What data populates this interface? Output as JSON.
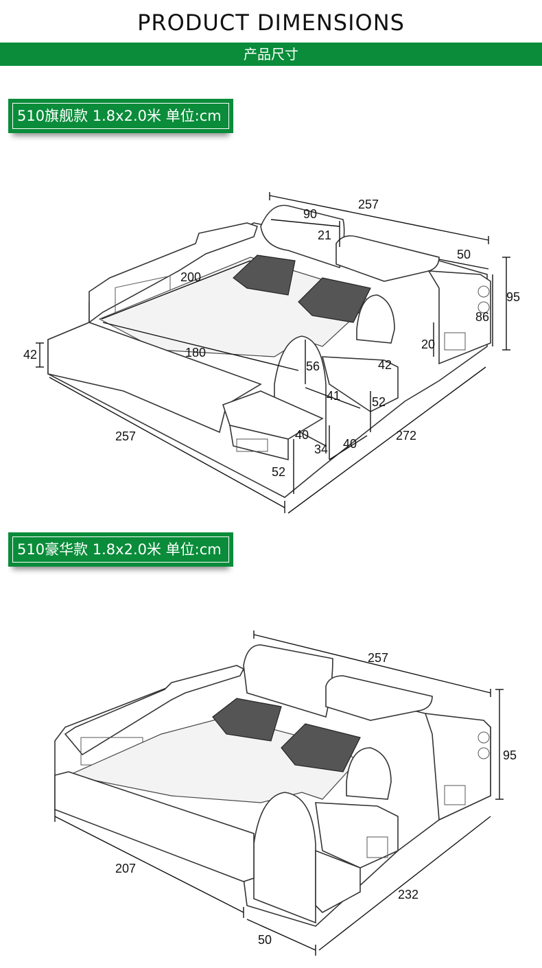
{
  "header": {
    "title": "PRODUCT DIMENSIONS",
    "subtitle": "产品尺寸"
  },
  "colors": {
    "accent": "#0a8c3a"
  },
  "sections": [
    {
      "label": "510旗舰款 1.8x2.0米 单位:cm",
      "dimensions": [
        "257",
        "90",
        "21",
        "50",
        "95",
        "86",
        "200",
        "20",
        "42",
        "180",
        "56",
        "42",
        "41",
        "52",
        "257",
        "40",
        "272",
        "34",
        "40",
        "52"
      ]
    },
    {
      "label": "510豪华款 1.8x2.0米 单位:cm",
      "dimensions": [
        "257",
        "95",
        "207",
        "232",
        "50"
      ]
    }
  ]
}
